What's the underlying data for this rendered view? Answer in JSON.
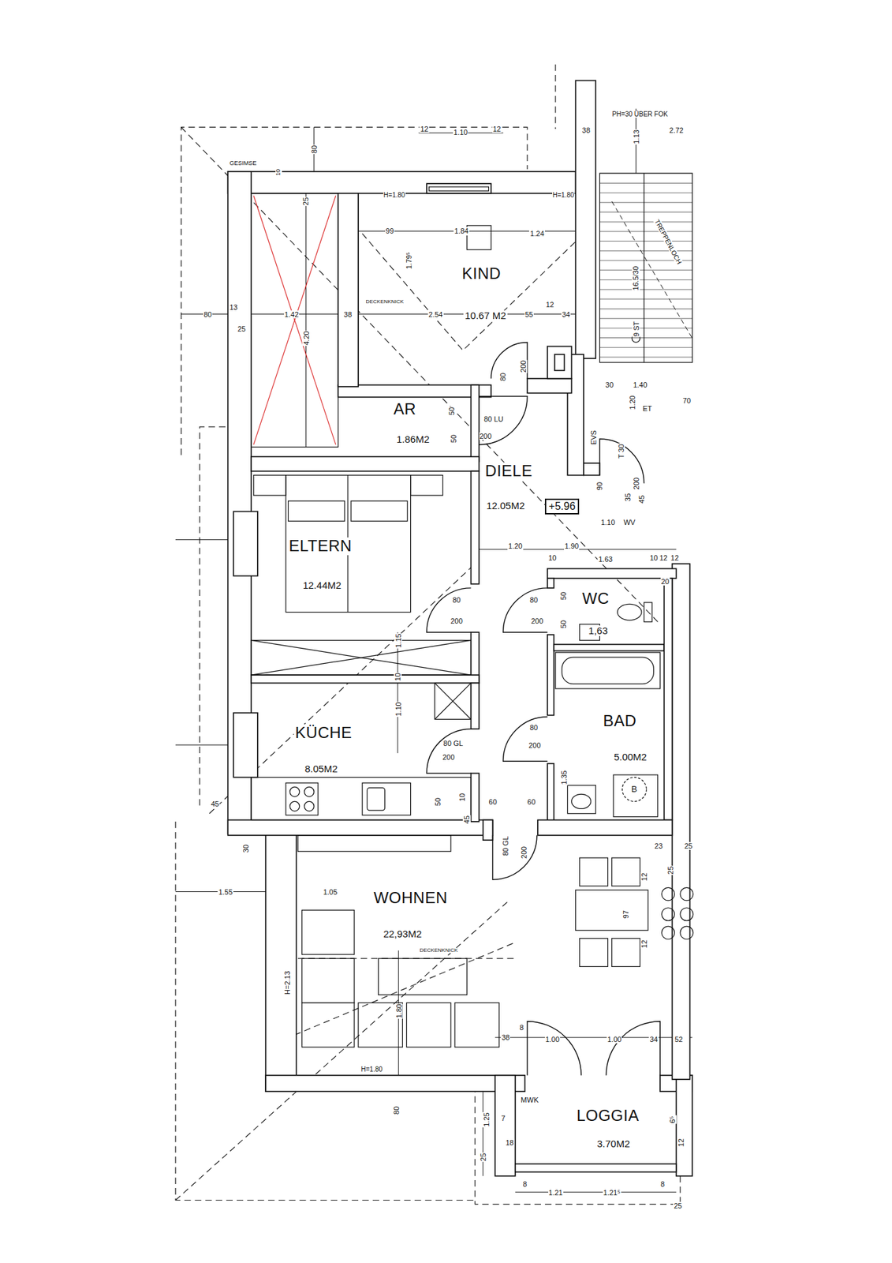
{
  "diagram": {
    "nodes": [
      {
        "text": [
          "KIND",
          "10.67 M2"
        ]
      },
      {
        "text": [
          "AR",
          "1.86M2"
        ]
      },
      {
        "text": [
          "DIELE",
          "12.05M2"
        ]
      },
      {
        "text": [
          "ELTERN",
          "12.44M2"
        ]
      },
      {
        "text": [
          "WC",
          "1,63"
        ]
      },
      {
        "text": [
          "KÜCHE",
          "8.05M2"
        ]
      },
      {
        "text": [
          "BAD",
          "5.00M2"
        ]
      },
      {
        "text": [
          "WOHNEN",
          "22,93M2"
        ]
      },
      {
        "text": [
          "LOGGIA",
          "3.70M2"
        ]
      }
    ],
    "labels": [
      "PH=30 ÜBER FOK",
      "38",
      "1.13",
      "2.72",
      "12",
      "1.10",
      "12",
      "80",
      "GESIMSE",
      "10",
      "H=1.80",
      "H=1.80",
      "25",
      "99",
      "1.84",
      "1.24",
      "1.79⁵",
      "DECKENKNICK",
      "80",
      "13",
      "25",
      "1.42",
      "38",
      "2.54",
      "55",
      "12",
      "34",
      "4.20",
      "TREPPENLOCH",
      "16.5/30",
      "9 ST",
      "80",
      "200",
      "50",
      "50",
      "80 LU",
      "200",
      "30",
      "1.40",
      "1.20",
      "70",
      "ET",
      "EVS",
      "T 30",
      "90",
      "200",
      "35",
      "45",
      "1.10",
      "WV",
      "1.20",
      "1.90",
      "10",
      "1.63",
      "10",
      "12",
      "12",
      "20",
      "80",
      "200",
      "80",
      "200",
      "50",
      "50",
      "1.15",
      "10",
      "1.10",
      "80 GL",
      "200",
      "80",
      "200",
      "1.35",
      "50",
      "10",
      "45",
      "60",
      "60",
      "45",
      "30",
      "80 GL",
      "200",
      "23",
      "25",
      "25",
      "12",
      "97",
      "12",
      "1.55",
      "1.05",
      "DECKENKNICK",
      "H=2.13",
      "1.80",
      "38",
      "8",
      "1.00",
      "1.00",
      "34",
      "52",
      "H=1.80",
      "MWK",
      "80",
      "1.25",
      "7",
      "18",
      "25",
      "6⁵",
      "12",
      "8",
      "1.21",
      "1.21⁵",
      "8",
      "25",
      "+5.96",
      "B"
    ]
  }
}
